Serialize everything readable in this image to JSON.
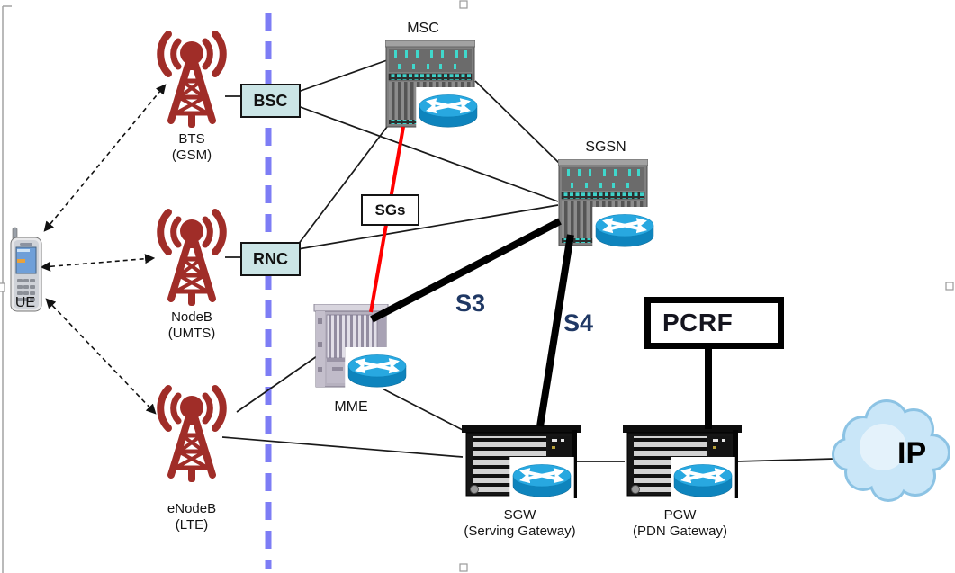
{
  "nodes": {
    "ue": {
      "label": "UE"
    },
    "bts": {
      "label": "BTS",
      "sublabel": "(GSM)"
    },
    "nodeb": {
      "label": "NodeB",
      "sublabel": "(UMTS)"
    },
    "enodeb": {
      "label": "eNodeB",
      "sublabel": "(LTE)"
    },
    "bsc": {
      "label": "BSC"
    },
    "rnc": {
      "label": "RNC"
    },
    "msc": {
      "label": "MSC"
    },
    "sgsn": {
      "label": "SGSN"
    },
    "mme": {
      "label": "MME"
    },
    "sgw": {
      "label": "SGW",
      "sublabel": "(Serving Gateway)"
    },
    "pgw": {
      "label": "PGW",
      "sublabel": "(PDN Gateway)"
    },
    "pcrf": {
      "label": "PCRF"
    },
    "ip_cloud": {
      "label": "IP"
    }
  },
  "interface_labels": {
    "sgs": "SGs",
    "s3": "S3",
    "s4": "S4"
  },
  "connections": [
    {
      "from": "UE",
      "to": "BTS",
      "style": "dashed-double-arrow"
    },
    {
      "from": "UE",
      "to": "NodeB",
      "style": "dashed-double-arrow"
    },
    {
      "from": "UE",
      "to": "eNodeB",
      "style": "dashed-double-arrow"
    },
    {
      "from": "BTS",
      "to": "BSC",
      "style": "thin-line"
    },
    {
      "from": "NodeB",
      "to": "RNC",
      "style": "thin-line"
    },
    {
      "from": "BSC",
      "to": "MSC",
      "style": "thin-line"
    },
    {
      "from": "BSC",
      "to": "SGSN",
      "style": "thin-line"
    },
    {
      "from": "RNC",
      "to": "MSC",
      "style": "thin-line"
    },
    {
      "from": "RNC",
      "to": "SGSN",
      "style": "thin-line"
    },
    {
      "from": "MSC",
      "to": "SGSN",
      "style": "thin-line"
    },
    {
      "from": "MSC",
      "to": "MME",
      "style": "thick-red-line",
      "label": "SGs"
    },
    {
      "from": "MME",
      "to": "SGSN",
      "style": "thick-black-line",
      "label": "S3"
    },
    {
      "from": "SGSN",
      "to": "SGW",
      "style": "thick-black-line",
      "label": "S4"
    },
    {
      "from": "MME",
      "to": "eNodeB",
      "style": "thin-line"
    },
    {
      "from": "MME",
      "to": "SGW",
      "style": "thin-line"
    },
    {
      "from": "eNodeB",
      "to": "SGW",
      "style": "thin-line"
    },
    {
      "from": "SGW",
      "to": "PGW",
      "style": "thin-line"
    },
    {
      "from": "PGW",
      "to": "IP",
      "style": "thin-line"
    },
    {
      "from": "PCRF",
      "to": "PGW",
      "style": "thick-black-line"
    }
  ],
  "colors": {
    "tower_red": "#a02d28",
    "divider_violet": "#7d7df5",
    "sgs_red": "#ff0000",
    "interface_text": "#1f3864",
    "bsc_rnc_fill": "#cbe5e6",
    "router_blue": "#28a8e0",
    "cloud_blue": "#c9e6f8"
  }
}
